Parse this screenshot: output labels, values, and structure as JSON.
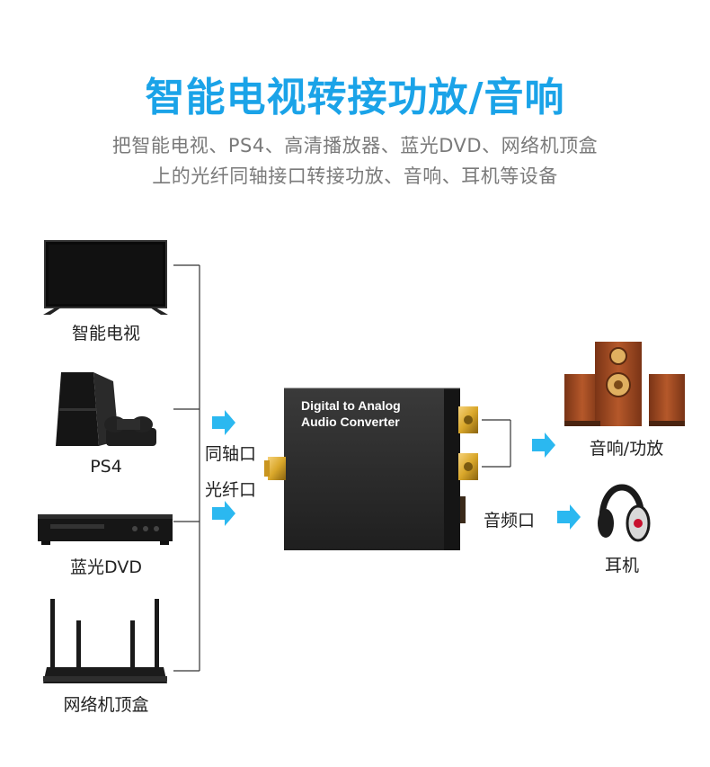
{
  "title": "智能电视转接功放/音响",
  "subtitle": {
    "line1": "把智能电视、PS4、高清播放器、蓝光DVD、网络机顶盒",
    "line2": "上的光纤同轴接口转接功放、音响、耳机等设备"
  },
  "sources": [
    {
      "label": "智能电视",
      "icon": "tv-icon"
    },
    {
      "label": "PS4",
      "icon": "ps4-console-icon"
    },
    {
      "label": "蓝光DVD",
      "icon": "bluray-player-icon"
    },
    {
      "label": "网络机顶盒",
      "icon": "router-box-icon"
    }
  ],
  "inputs": {
    "coaxial": "同轴口",
    "optical": "光纤口"
  },
  "device": {
    "line1": "Digital to Analog",
    "line2": "Audio Converter"
  },
  "outputs": {
    "audio_port": "音频口",
    "speaker": "音响/功放",
    "headphones": "耳机"
  },
  "colors": {
    "title": "#1aa3e8",
    "arrow": "#2bb8f0",
    "device_body": "#2b2b2b",
    "connector_gold": "#d9a72a"
  }
}
